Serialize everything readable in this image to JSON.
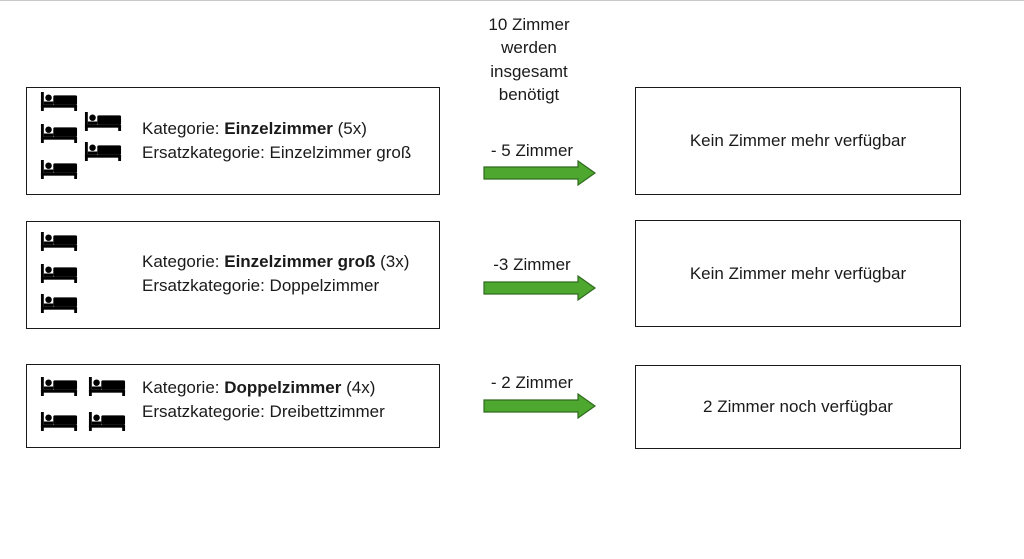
{
  "header": {
    "lines": [
      "10 Zimmer",
      "werden",
      "insgesamt",
      "benötigt"
    ]
  },
  "rows": [
    {
      "category_label": "Kategorie:",
      "category_name": "Einzelzimmer",
      "category_count": "(5x)",
      "substitute": "Ersatzkategorie: Einzelzimmer groß",
      "beds": 5,
      "arrow_label": "- 5 Zimmer",
      "result": "Kein Zimmer mehr verfügbar"
    },
    {
      "category_label": "Kategorie:",
      "category_name": "Einzelzimmer groß",
      "category_count": "(3x)",
      "substitute": "Ersatzkategorie: Doppelzimmer",
      "beds": 3,
      "arrow_label": "-3 Zimmer",
      "result": "Kein Zimmer mehr verfügbar"
    },
    {
      "category_label": "Kategorie:",
      "category_name": "Doppelzimmer",
      "category_count": "(4x)",
      "substitute": "Ersatzkategorie: Dreibettzimmer",
      "beds": 4,
      "arrow_label": "- 2 Zimmer",
      "result": "2 Zimmer noch verfügbar"
    }
  ],
  "icons": {
    "bed": "bed-icon",
    "arrow": "right-arrow-icon"
  },
  "colors": {
    "arrow_fill": "#4ea72e",
    "arrow_stroke": "#2e6b1f",
    "box_border": "#1a1a1a",
    "text": "#1a1a1a"
  }
}
